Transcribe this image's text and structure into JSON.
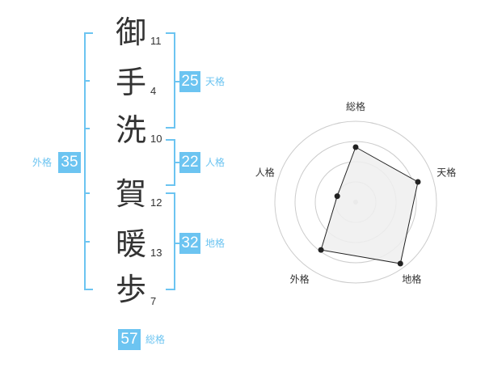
{
  "name": {
    "chars": [
      {
        "char": "御",
        "strokes": "11"
      },
      {
        "char": "手",
        "strokes": "4"
      },
      {
        "char": "洗",
        "strokes": "10"
      },
      {
        "char": "賀",
        "strokes": "12"
      },
      {
        "char": "暖",
        "strokes": "13"
      },
      {
        "char": "歩",
        "strokes": "7"
      }
    ]
  },
  "fortune": {
    "tenkaku": {
      "value": "25",
      "label": "天格"
    },
    "jinkaku": {
      "value": "22",
      "label": "人格"
    },
    "chikaku": {
      "value": "32",
      "label": "地格"
    },
    "gaikaku": {
      "value": "35",
      "label": "外格"
    },
    "soukaku": {
      "value": "57",
      "label": "総格"
    }
  },
  "colors": {
    "accent": "#6cc4f1",
    "text": "#333333",
    "ring": "#cccccc",
    "fill": "#eeeeee"
  },
  "chart_data": {
    "type": "radar",
    "axes": [
      "総格",
      "天格",
      "地格",
      "外格",
      "人格"
    ],
    "values": [
      0.68,
      0.81,
      0.94,
      0.73,
      0.24
    ],
    "rings": 4,
    "max": 1
  }
}
